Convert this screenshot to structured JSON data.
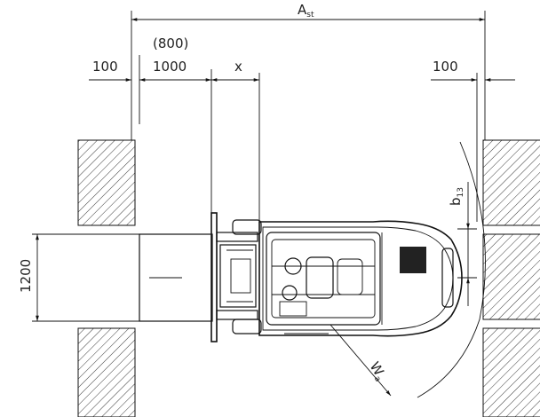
{
  "dimensions": {
    "ast": {
      "main": "A",
      "sub": "st"
    },
    "aisle_clearance_left": "100",
    "pallet_depth_alt": "(800)",
    "pallet_depth": "1000",
    "x_label": "x",
    "aisle_clearance_right": "100",
    "pallet_width": "1200",
    "b13": {
      "main": "b",
      "sub": "13"
    },
    "wa": {
      "main": "W",
      "sub": "a"
    }
  }
}
